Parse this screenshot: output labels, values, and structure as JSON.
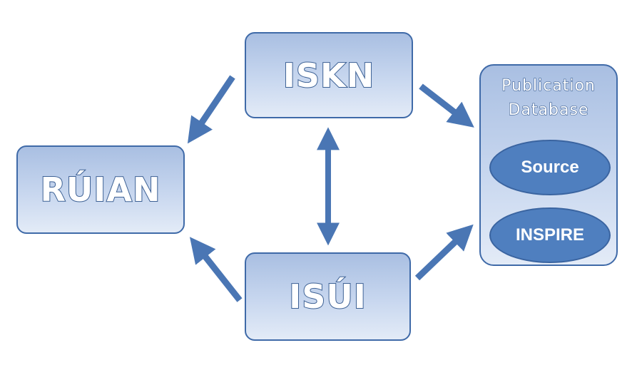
{
  "nodes": {
    "iskn": "ISKN",
    "isui": "ISÚI",
    "ruian": "RÚIAN",
    "publication_database": {
      "title_line1": "Publication",
      "title_line2": "Database",
      "items": [
        "Source",
        "INSPIRE"
      ]
    }
  },
  "colors": {
    "box_border": "#3f6aa8",
    "box_fill_top": "#a9bfe2",
    "box_fill_bottom": "#e3ebf7",
    "arrow": "#4a76b4",
    "ellipse_fill": "#4f7fbf",
    "text_outline": "#3c6094"
  }
}
